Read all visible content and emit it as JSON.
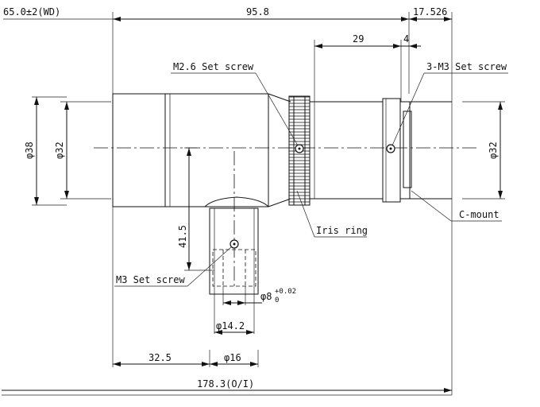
{
  "dimensions": {
    "wd": "65.0±2(WD)",
    "length_95_8": "95.8",
    "length_17_526": "17.526",
    "length_29": "29",
    "length_4": "4",
    "dia_38": "φ38",
    "dia_32_left": "φ32",
    "dia_32_right": "φ32",
    "height_41_5": "41.5",
    "dia_8": "φ8",
    "dia_8_tol_upper": "+0.02",
    "dia_8_tol_lower": "0",
    "dia_14_2": "φ14.2",
    "length_32_5": "32.5",
    "dia_16": "φ16",
    "total_oi": "178.3(O/I)"
  },
  "callouts": {
    "m26_set_screw": "M2.6 Set screw",
    "m3_set_screw_3x": "3-M3 Set screw",
    "iris_ring": "Iris ring",
    "c_mount": "C-mount",
    "m3_set_screw": "M3 Set screw"
  }
}
